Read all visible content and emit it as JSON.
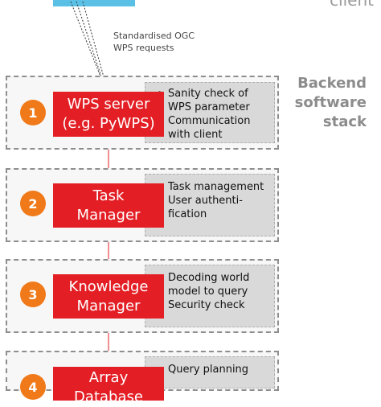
{
  "client": {
    "label": "client"
  },
  "requests_label": {
    "line1": "Standardised OGC",
    "line2": "WPS requests"
  },
  "backend_label": {
    "line1": "Backend",
    "line2": "software",
    "line3": "stack"
  },
  "colors": {
    "module_red": "#e31e24",
    "number_orange": "#f07a1a",
    "client_blue": "#5bc0e6",
    "desc_grey": "#d9d9d9"
  },
  "layers": [
    {
      "number": "1",
      "module_line1": "WPS server",
      "module_line2": "(e.g. PyWPS)",
      "bullets": [
        "Sanity check of WPS parameter",
        "Communication with client"
      ]
    },
    {
      "number": "2",
      "module_line1": "Task",
      "module_line2": "Manager",
      "bullets": [
        "Task management",
        "User authenti-fication"
      ]
    },
    {
      "number": "3",
      "module_line1": "Knowledge",
      "module_line2": "Manager",
      "bullets": [
        "Decoding world model to query",
        "Security check"
      ]
    },
    {
      "number": "4",
      "module_line1": "Array Database",
      "module_line2": "",
      "bullets": [
        "Query planning"
      ]
    }
  ]
}
